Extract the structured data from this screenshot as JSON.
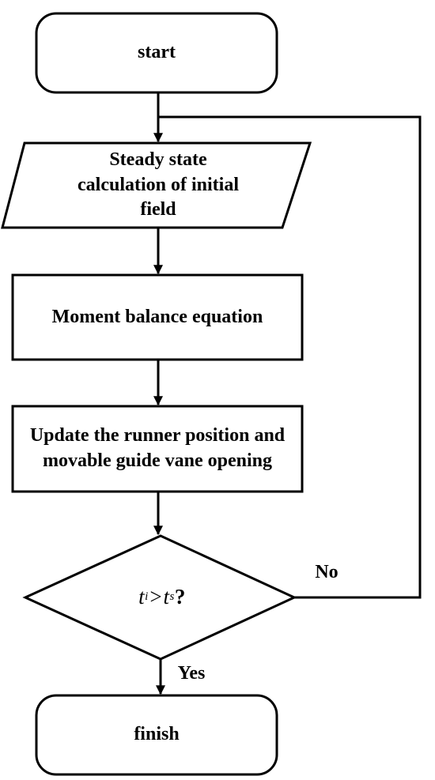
{
  "nodes": {
    "start": {
      "label": "start"
    },
    "steady": {
      "label": "Steady state calculation of initial field"
    },
    "moment": {
      "label": "Moment balance equation"
    },
    "update": {
      "label": "Update the runner position and movable guide vane opening"
    },
    "decision": {
      "var_a": "t",
      "sub_a": "i",
      "op": ">",
      "var_b": "t",
      "sub_b": "s",
      "q": "?"
    },
    "finish": {
      "label": "finish"
    }
  },
  "edges": {
    "no_label": "No",
    "yes_label": "Yes"
  },
  "colors": {
    "stroke": "#000000",
    "fill": "#ffffff",
    "text": "#000000"
  }
}
